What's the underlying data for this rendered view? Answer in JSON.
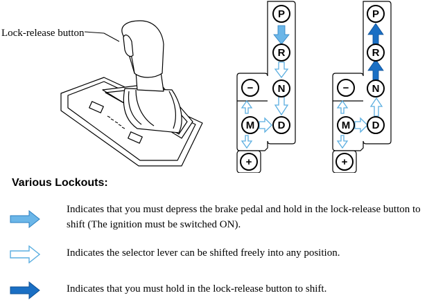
{
  "diagram": {
    "callout_label": "Lock-release button",
    "gate_letters": [
      "P",
      "R",
      "N",
      "D",
      "M"
    ],
    "minus_symbol": "−",
    "plus_symbol": "+"
  },
  "legend": {
    "title": "Various Lockouts:",
    "items": [
      {
        "icon": "light-blue-filled-arrow",
        "text": "Indicates that you must depress the brake pedal and hold in the lock-release button to shift (The ignition must be switched ON)."
      },
      {
        "icon": "outline-arrow",
        "text": "Indicates the selector lever can be shifted freely into any position."
      },
      {
        "icon": "dark-blue-filled-arrow",
        "text": "Indicates that you must hold in the lock-release button to shift."
      }
    ]
  },
  "colors": {
    "light_arrow": "#6bb6e8",
    "dark_arrow": "#1a6fc4",
    "outline_arrow": "#5aaee0",
    "line": "#000000"
  }
}
